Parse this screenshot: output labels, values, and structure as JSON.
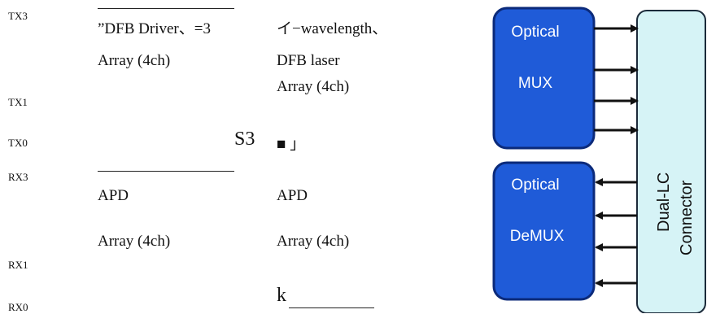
{
  "signals": {
    "tx3": "TX3",
    "tx1": "TX1",
    "tx0": "TX0",
    "rx3": "RX3",
    "rx1": "RX1",
    "rx0": "RX0"
  },
  "text": {
    "driver_line1": "”DFB Driver、=3",
    "driver_line2": "Array (4ch)",
    "laser_line1": "イ−wavelength、",
    "laser_line2": "DFB laser",
    "laser_line3": "Array (4ch)",
    "s3": "S3",
    "mark": "■ 」",
    "apd_left_1": "APD",
    "apd_left_2": "Array (4ch)",
    "apd_right_1": "APD",
    "apd_right_2": "Array (4ch)",
    "k": "k"
  },
  "blocks": {
    "mux_line1": "Optical",
    "mux_line2": "MUX",
    "demux_line1": "Optical",
    "demux_line2": "DeMUX",
    "connector_line1": "Dual-LC",
    "connector_line2": "Connector"
  },
  "colors": {
    "block_fill": "#1f5bd8",
    "block_stroke": "#0b2a7a",
    "block_text": "#ffffff",
    "connector_fill": "#d6f3f6",
    "connector_stroke": "#1b2a3a",
    "arrow": "#111111"
  }
}
